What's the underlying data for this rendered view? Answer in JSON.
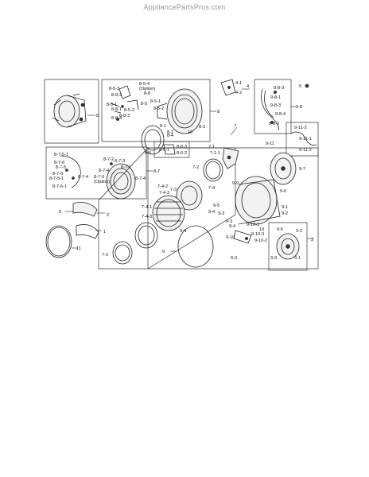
{
  "site": {
    "watermark": "AppliancePartsPros.com"
  },
  "labels": {
    "callouts": [
      "0",
      "8",
      "8-1",
      "8-2",
      "8-3",
      "8-4",
      "8-5",
      "8-6",
      "8-7",
      "8-8",
      "8-5-1",
      "8-5-2",
      "8-5-3",
      "8-5-4",
      "8-6-1",
      "8-6-2",
      "8-6-3",
      "8-7-1",
      "8-7-2",
      "8-7-3",
      "8-7-4",
      "8-7-5",
      "8-7-6",
      "8-7-5-1",
      "8-7-6-1",
      "4",
      "4-1",
      "4-2",
      "5",
      "6",
      "1",
      "2",
      "11",
      "7",
      "7-1",
      "7-2",
      "7-3",
      "7-4",
      "7-4-1",
      "7-4-2",
      "7-4-3",
      "9",
      "9-1",
      "9-2",
      "9-3",
      "9-4",
      "9-5",
      "9-6",
      "9-7",
      "9-8",
      "9-9",
      "9-10",
      "9-11",
      "9-8-1",
      "9-8-2",
      "9-8-3",
      "9-8-4",
      "9-11-1",
      "9-11-2",
      "9-10-1",
      "9-10-2",
      "9-10-3",
      "3",
      "3-1",
      "3-2",
      "3-3",
      "10",
      "(Option)"
    ]
  }
}
